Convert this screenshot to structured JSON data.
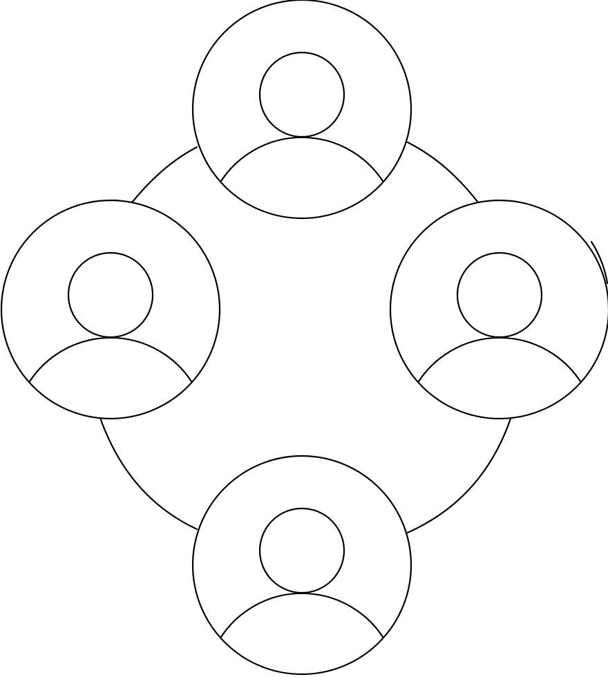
{
  "diagram": {
    "nodes": [
      {
        "id": "top",
        "icon": "user-avatar-icon"
      },
      {
        "id": "left",
        "icon": "user-avatar-icon"
      },
      {
        "id": "right",
        "icon": "user-avatar-icon"
      },
      {
        "id": "bottom",
        "icon": "user-avatar-icon"
      }
    ],
    "connector": "network-ring",
    "colors": {
      "line": "#000000",
      "background": "#ffffff"
    }
  }
}
